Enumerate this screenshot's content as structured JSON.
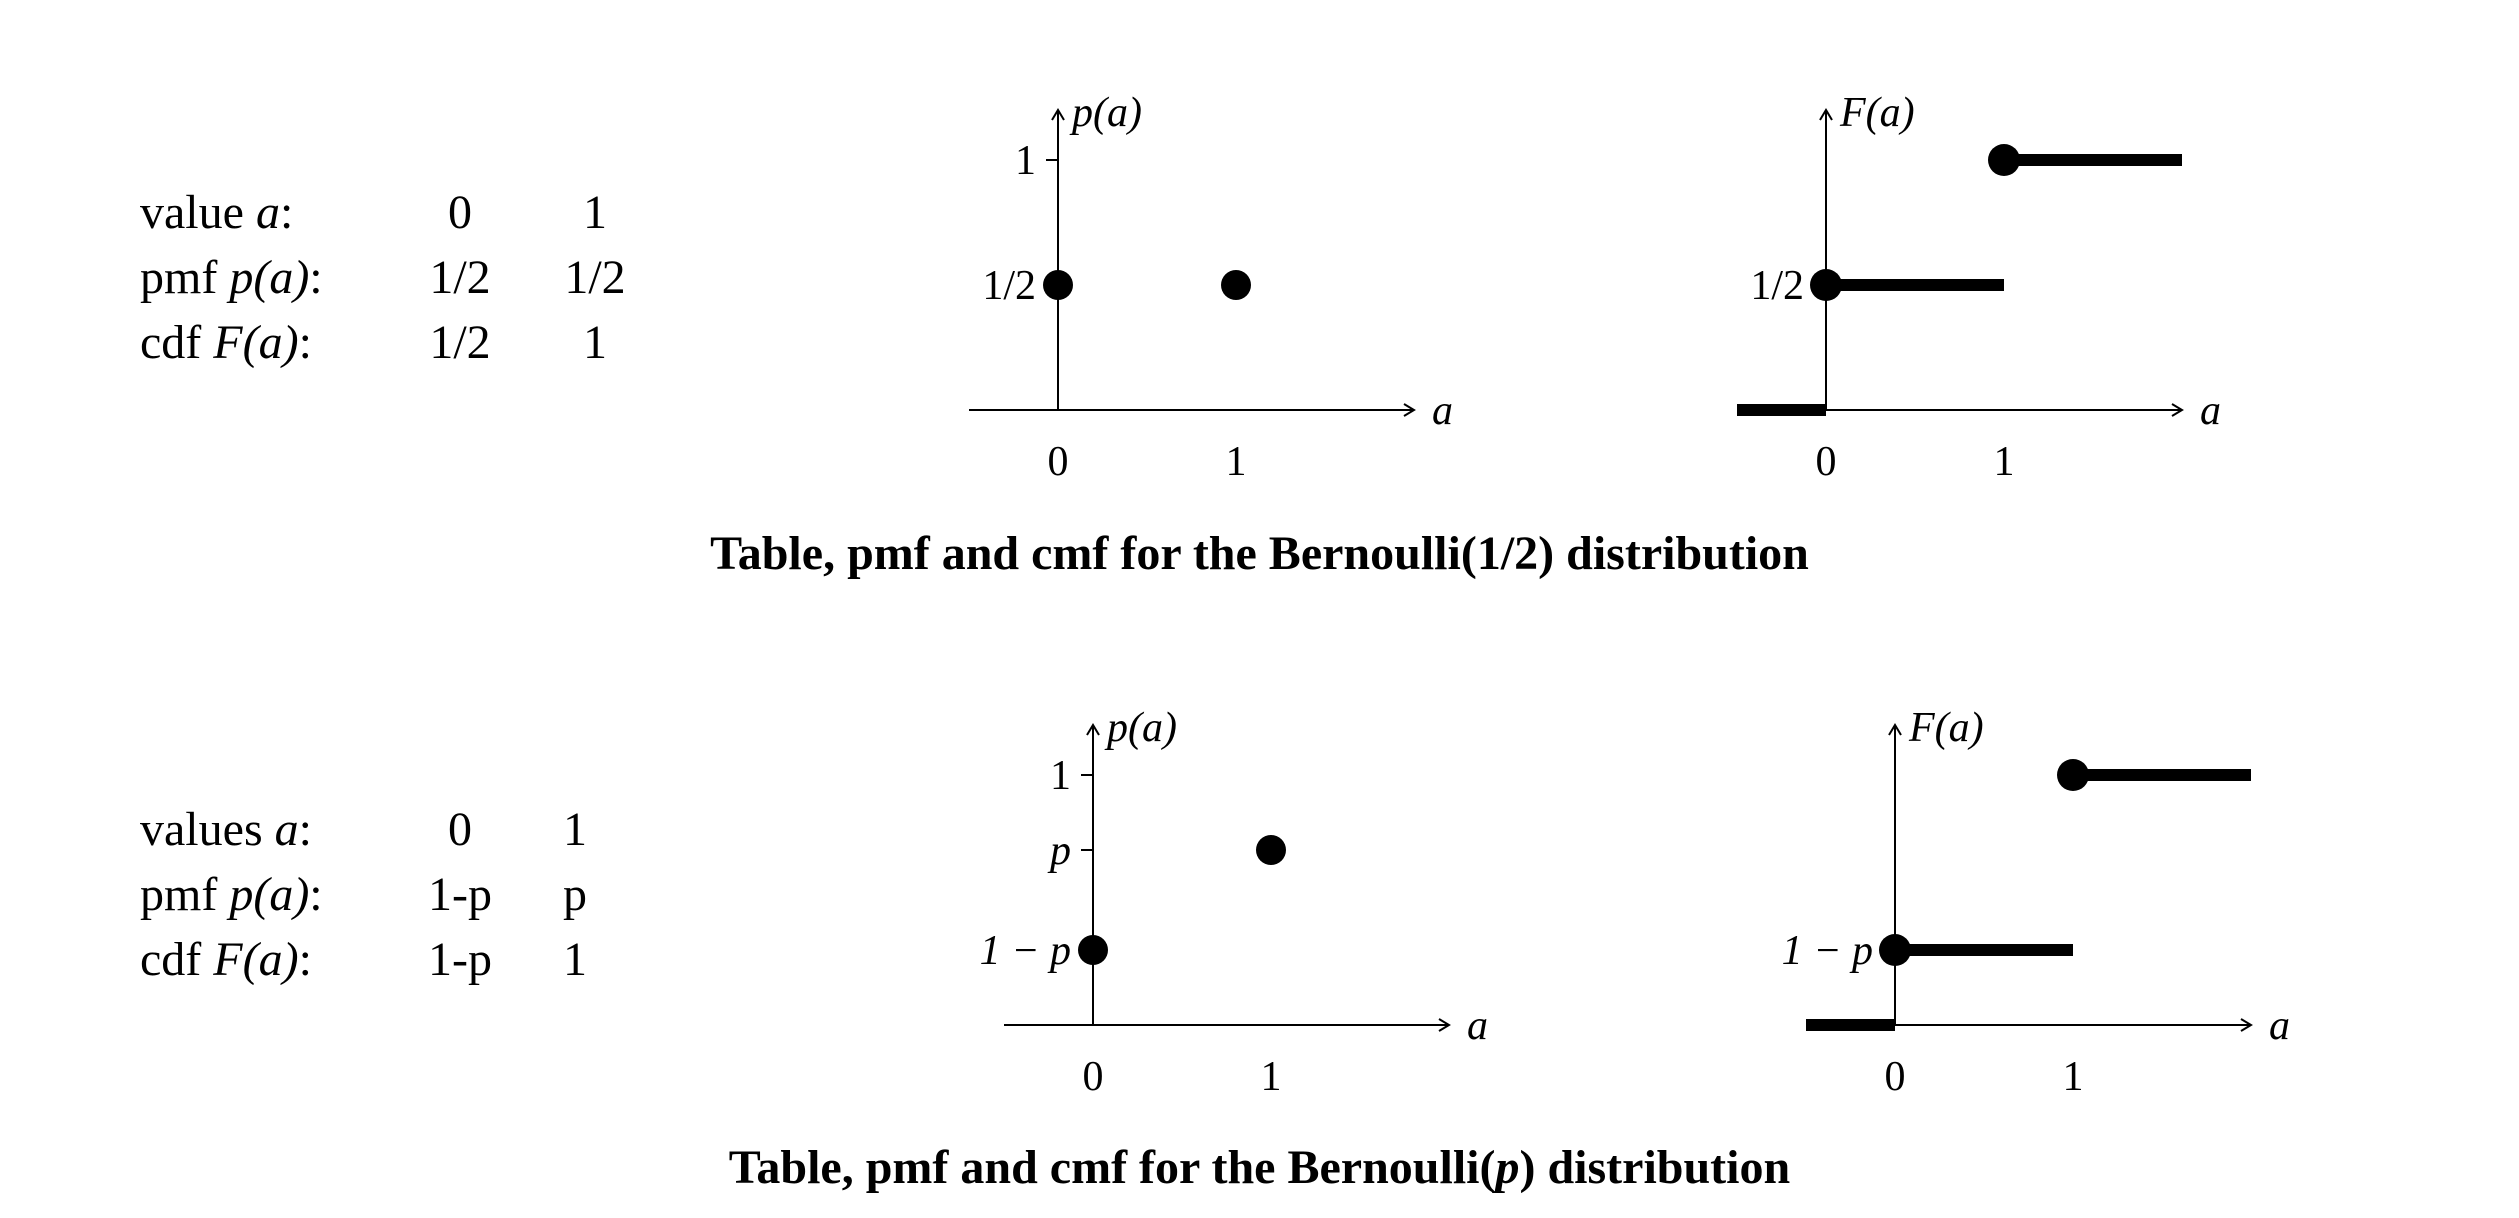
{
  "blocks": [
    {
      "table": {
        "rows": [
          {
            "label_pre": "value ",
            "label_math": "a",
            "label_post": ":",
            "cells": [
              "0",
              "1"
            ]
          },
          {
            "label_pre": "pmf ",
            "label_math": "p(a)",
            "label_post": ":",
            "cells": [
              "1/2",
              "1/2"
            ]
          },
          {
            "label_pre": "cdf ",
            "label_math": "F(a)",
            "label_post": ":",
            "cells": [
              "1/2",
              "1"
            ]
          }
        ]
      },
      "caption": {
        "pre": "Table, pmf and cmf for the Bernoulli(1/2) distribution",
        "math": "",
        "post": ""
      }
    },
    {
      "table": {
        "rows": [
          {
            "label_pre": "values ",
            "label_math": "a",
            "label_post": ":",
            "cells": [
              "0",
              "1"
            ]
          },
          {
            "label_pre": "pmf ",
            "label_math": "p(a)",
            "label_post": ":",
            "cells": [
              "1-p",
              "p"
            ]
          },
          {
            "label_pre": "cdf ",
            "label_math": "F(a)",
            "label_post": ":",
            "cells": [
              "1-p",
              "1"
            ]
          }
        ]
      },
      "caption": {
        "pre": "Table, pmf and cmf for the Bernoulli(",
        "math": "p",
        "post": ") distribution"
      }
    }
  ],
  "chart_data": [
    {
      "type": "scatter",
      "title": "",
      "xlabel": "a",
      "ylabel": "p(a)",
      "x_ticks": [
        "0",
        "1"
      ],
      "y_ticks": [
        {
          "value": 0.5,
          "label": "1/2"
        },
        {
          "value": 1,
          "label": "1"
        }
      ],
      "points": [
        {
          "x": 0,
          "y": 0.5
        },
        {
          "x": 1,
          "y": 0.5
        }
      ],
      "xlim": [
        -0.5,
        2
      ],
      "ylim": [
        0,
        1.2
      ]
    },
    {
      "type": "line",
      "title": "",
      "xlabel": "a",
      "ylabel": "F(a)",
      "x_ticks": [
        "0",
        "1"
      ],
      "y_ticks": [
        {
          "value": 0.5,
          "label": "1/2"
        }
      ],
      "steps": [
        {
          "x0": -0.5,
          "x1": 0,
          "y": 0,
          "closed_dot": false
        },
        {
          "x0": 0,
          "x1": 1,
          "y": 0.5,
          "closed_dot": true
        },
        {
          "x0": 1,
          "x1": 2,
          "y": 1,
          "closed_dot": true
        }
      ],
      "xlim": [
        -0.5,
        2
      ],
      "ylim": [
        0,
        1.2
      ]
    },
    {
      "type": "scatter",
      "title": "",
      "xlabel": "a",
      "ylabel": "p(a)",
      "x_ticks": [
        "0",
        "1"
      ],
      "y_ticks": [
        {
          "value": 0.3,
          "label": "1 − p"
        },
        {
          "value": 0.7,
          "label": "p"
        },
        {
          "value": 1,
          "label": "1"
        }
      ],
      "points": [
        {
          "x": 0,
          "y": 0.3
        },
        {
          "x": 1,
          "y": 0.7
        }
      ],
      "xlim": [
        -0.5,
        2
      ],
      "ylim": [
        0,
        1.2
      ]
    },
    {
      "type": "line",
      "title": "",
      "xlabel": "a",
      "ylabel": "F(a)",
      "x_ticks": [
        "0",
        "1"
      ],
      "y_ticks": [
        {
          "value": 0.3,
          "label": "1 − p"
        }
      ],
      "steps": [
        {
          "x0": -0.5,
          "x1": 0,
          "y": 0,
          "closed_dot": false
        },
        {
          "x0": 0,
          "x1": 1,
          "y": 0.3,
          "closed_dot": true
        },
        {
          "x0": 1,
          "x1": 2,
          "y": 1,
          "closed_dot": true
        }
      ],
      "xlim": [
        -0.5,
        2
      ],
      "ylim": [
        0,
        1.2
      ]
    }
  ]
}
